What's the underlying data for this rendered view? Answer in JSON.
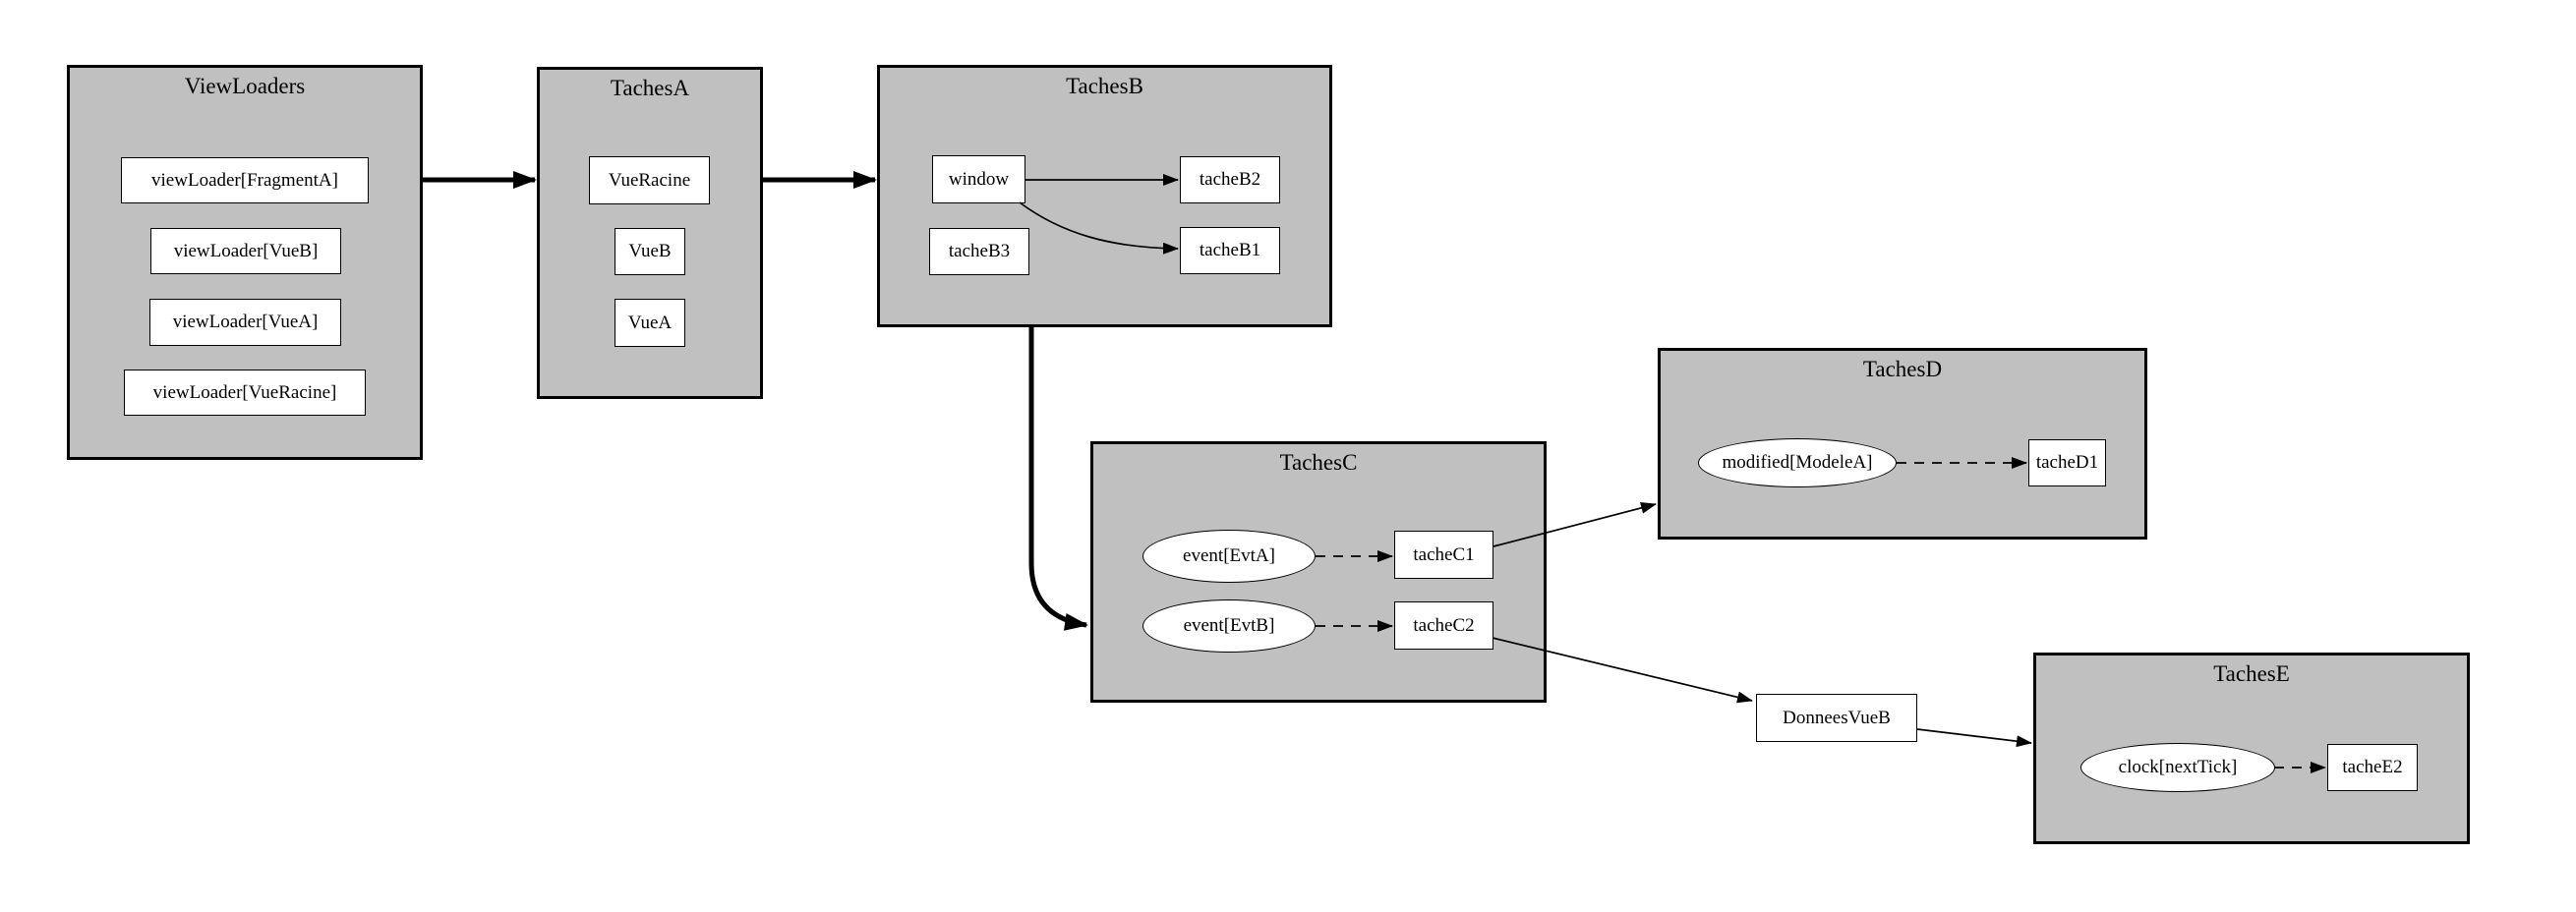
{
  "diagram": {
    "type": "graphviz-cluster-digraph",
    "colors": {
      "background": "#ffffff",
      "cluster_fill": "#c0c0c0",
      "node_fill": "#ffffff",
      "stroke": "#000000"
    },
    "clusters": {
      "viewLoaders": {
        "title": "ViewLoaders",
        "nodes": [
          "viewLoader[FragmentA]",
          "viewLoader[VueB]",
          "viewLoader[VueA]",
          "viewLoader[VueRacine]"
        ]
      },
      "tachesA": {
        "title": "TachesA",
        "nodes": [
          "VueRacine",
          "VueB",
          "VueA"
        ]
      },
      "tachesB": {
        "title": "TachesB",
        "nodes": [
          "window",
          "tacheB2",
          "tacheB3",
          "tacheB1"
        ]
      },
      "tachesC": {
        "title": "TachesC",
        "ellipses": [
          "event[EvtA]",
          "event[EvtB]"
        ],
        "boxes": [
          "tacheC1",
          "tacheC2"
        ]
      },
      "tachesD": {
        "title": "TachesD",
        "ellipses": [
          "modified[ModeleA]"
        ],
        "boxes": [
          "tacheD1"
        ]
      },
      "tachesE": {
        "title": "TachesE",
        "ellipses": [
          "clock[nextTick]"
        ],
        "boxes": [
          "tacheE2"
        ]
      }
    },
    "free_nodes": {
      "donneesVueB": "DonneesVueB"
    },
    "edges": [
      {
        "from": "ViewLoaders",
        "to": "TachesA",
        "style": "bold-solid-arrow"
      },
      {
        "from": "TachesA",
        "to": "TachesB",
        "style": "bold-solid-arrow"
      },
      {
        "from": "TachesB",
        "to": "TachesC",
        "style": "bold-solid-arrow-elbow"
      },
      {
        "from": "window",
        "to": "tacheB2",
        "style": "solid-arrow"
      },
      {
        "from": "window",
        "to": "tacheB1",
        "style": "solid-arrow-curved"
      },
      {
        "from": "event[EvtA]",
        "to": "tacheC1",
        "style": "dashed-arrow"
      },
      {
        "from": "event[EvtB]",
        "to": "tacheC2",
        "style": "dashed-arrow"
      },
      {
        "from": "modified[ModeleA]",
        "to": "tacheD1",
        "style": "dashed-arrow"
      },
      {
        "from": "clock[nextTick]",
        "to": "tacheE2",
        "style": "dashed-arrow"
      },
      {
        "from": "tacheC1",
        "to": "TachesD",
        "style": "solid-arrow"
      },
      {
        "from": "tacheC2",
        "to": "DonneesVueB",
        "style": "solid-arrow"
      },
      {
        "from": "DonneesVueB",
        "to": "TachesE",
        "style": "solid-arrow"
      }
    ]
  }
}
